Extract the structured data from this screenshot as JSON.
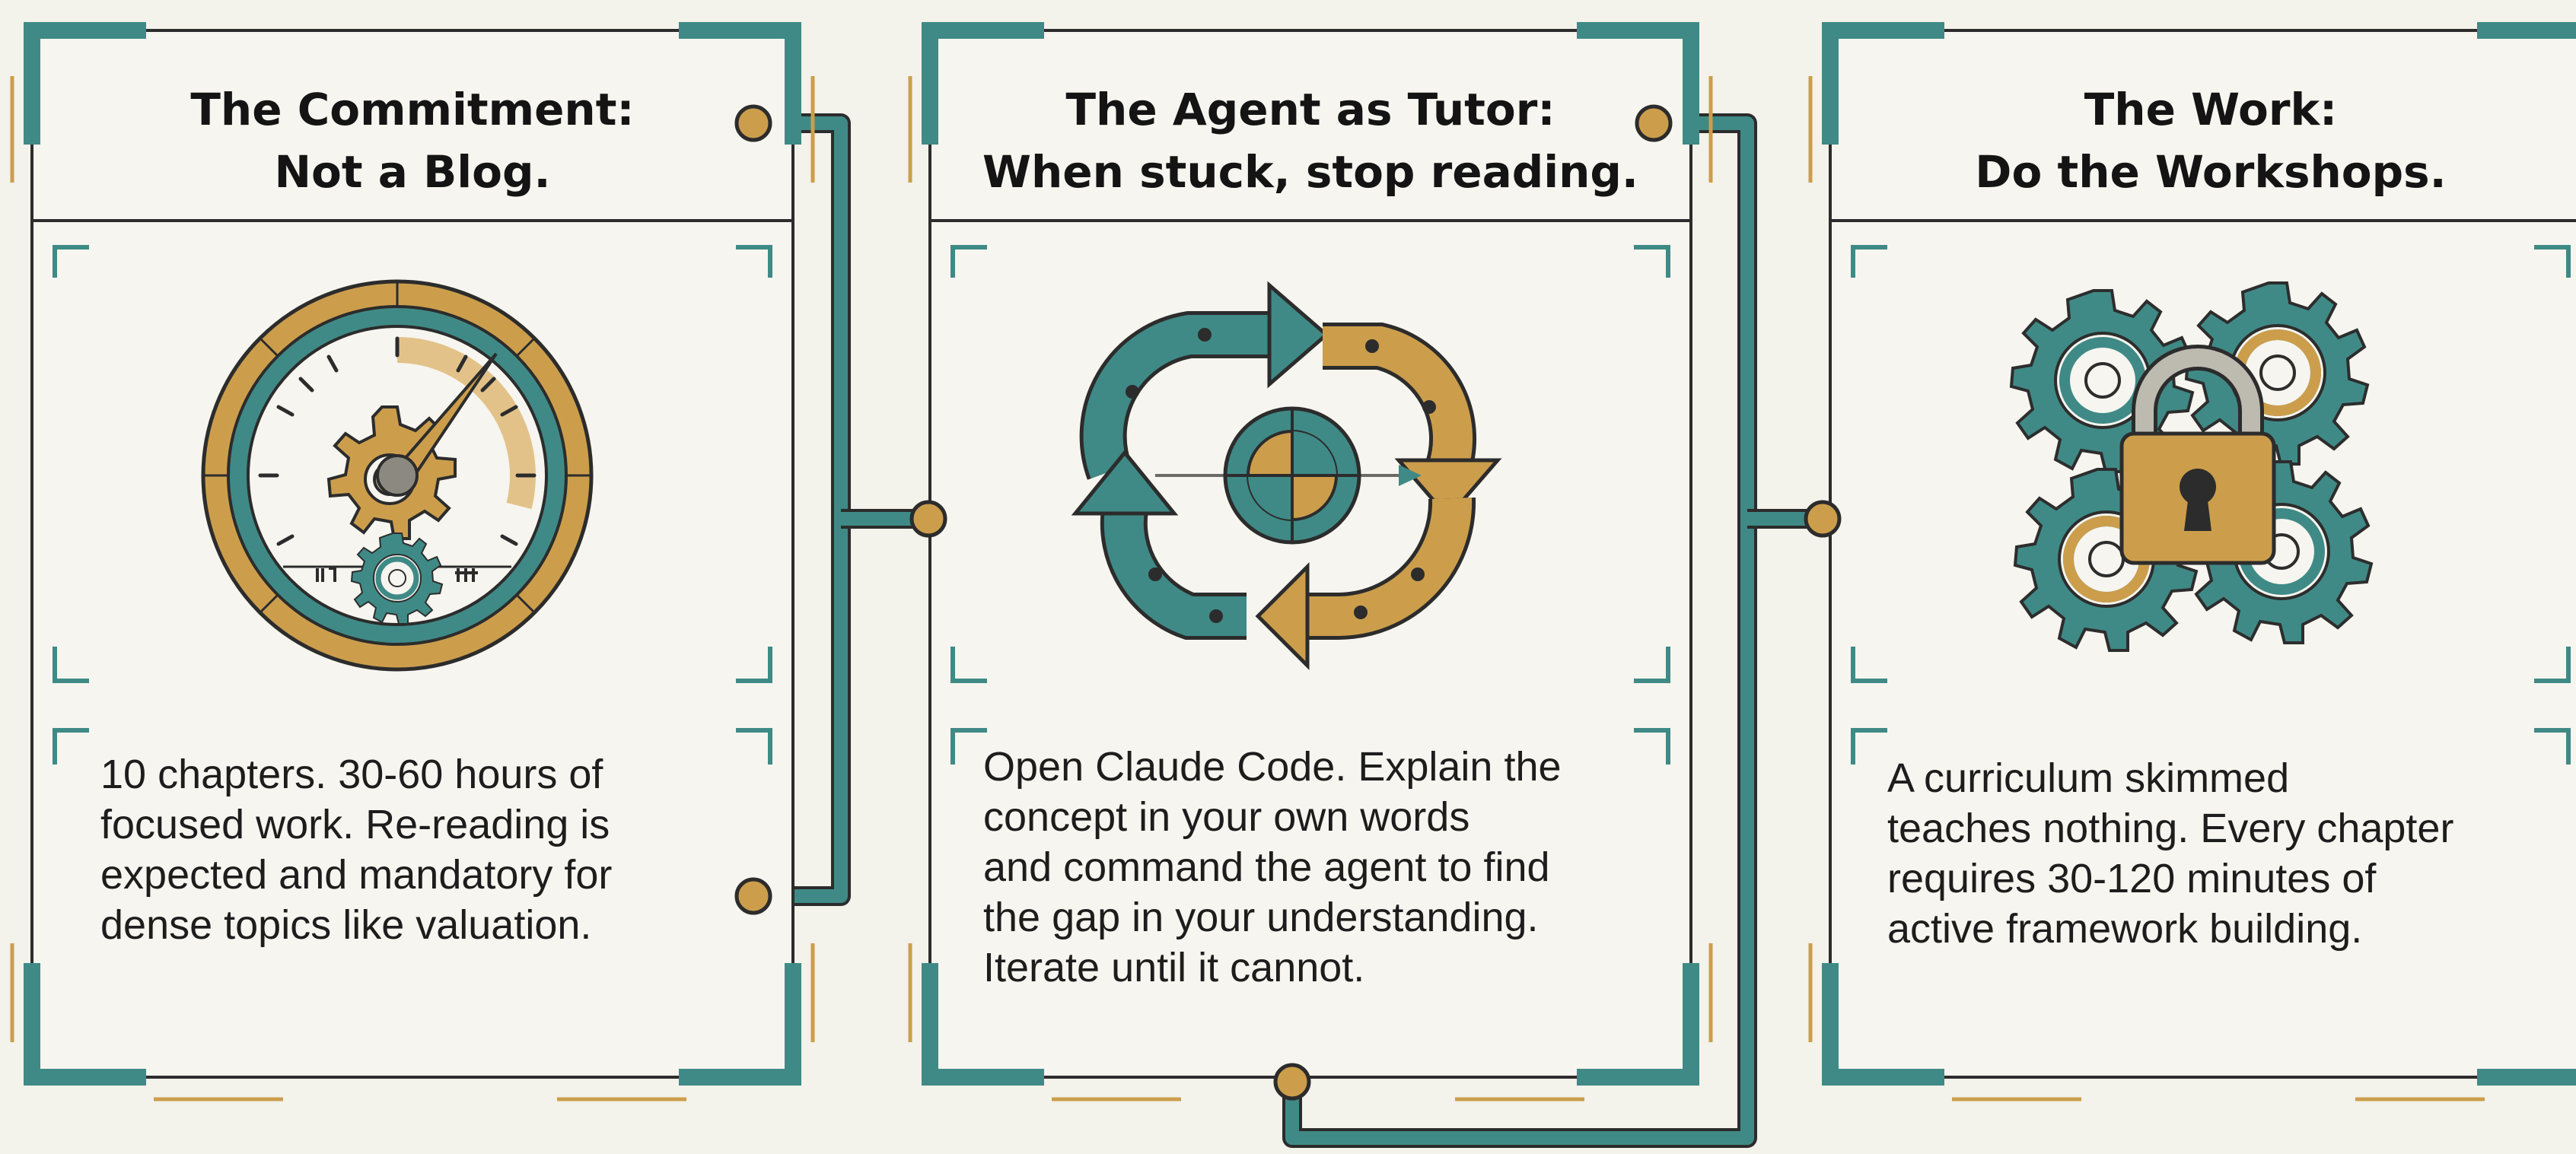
{
  "colors": {
    "teal": "#3f8a86",
    "gold": "#cc9e4c",
    "background": "#f3f2eb",
    "panel": "#f6f5ef",
    "text": "#1d1d1d"
  },
  "panels": [
    {
      "title_lines": [
        "The Commitment:",
        "Not a Blog."
      ],
      "icon": "gauge-with-gears-icon",
      "body_lines": [
        "10 chapters. 30-60 hours of",
        "focused work. Re-reading is",
        "expected and mandatory for",
        "dense topics like valuation."
      ]
    },
    {
      "title_lines": [
        "The Agent as Tutor:",
        "When stuck, stop reading."
      ],
      "icon": "feedback-loop-arrows-icon",
      "body_lines": [
        "Open Claude Code. Explain the",
        "concept in your own words",
        "and command the agent to find",
        "the gap in your understanding.",
        "Iterate until it cannot."
      ]
    },
    {
      "title_lines": [
        "The Work:",
        "Do the Workshops."
      ],
      "icon": "gears-with-padlock-icon",
      "body_lines": [
        "A curriculum skimmed",
        "teaches nothing. Every chapter",
        "requires 30-120 minutes of",
        "active framework building."
      ]
    }
  ]
}
